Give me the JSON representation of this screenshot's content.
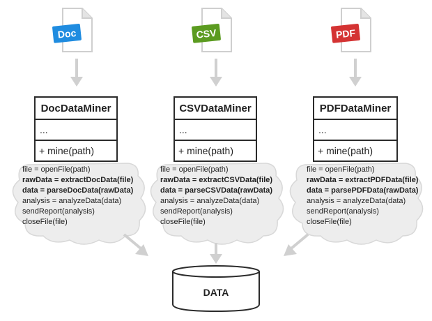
{
  "files": [
    {
      "label": "Doc",
      "color": "#1f8ce0"
    },
    {
      "label": "CSV",
      "color": "#5b9b20"
    },
    {
      "label": "PDF",
      "color": "#d43333"
    }
  ],
  "classes": [
    {
      "name": "DocDataMiner",
      "fields": "...",
      "method": "+ mine(path)",
      "code": [
        {
          "text": "file = openFile(path)",
          "bold": false
        },
        {
          "text": "rawData = extractDocData(file)",
          "bold": true
        },
        {
          "text": "data = parseDocData(rawData)",
          "bold": true
        },
        {
          "text": "analysis = analyzeData(data)",
          "bold": false
        },
        {
          "text": "sendReport(analysis)",
          "bold": false
        },
        {
          "text": "closeFile(file)",
          "bold": false
        }
      ]
    },
    {
      "name": "CSVDataMiner",
      "fields": "...",
      "method": "+ mine(path)",
      "code": [
        {
          "text": "file = openFile(path)",
          "bold": false
        },
        {
          "text": "rawData = extractCSVData(file)",
          "bold": true
        },
        {
          "text": "data = parseCSVData(rawData)",
          "bold": true
        },
        {
          "text": "analysis = analyzeData(data)",
          "bold": false
        },
        {
          "text": "sendReport(analysis)",
          "bold": false
        },
        {
          "text": "closeFile(file)",
          "bold": false
        }
      ]
    },
    {
      "name": "PDFDataMiner",
      "fields": "...",
      "method": "+ mine(path)",
      "code": [
        {
          "text": "file = openFile(path)",
          "bold": false
        },
        {
          "text": "rawData = extractPDFData(file)",
          "bold": true
        },
        {
          "text": "data = parsePDFData(rawData)",
          "bold": true
        },
        {
          "text": "analysis = analyzeData(data)",
          "bold": false
        },
        {
          "text": "sendReport(analysis)",
          "bold": false
        },
        {
          "text": "closeFile(file)",
          "bold": false
        }
      ]
    }
  ],
  "database": {
    "label": "DATA"
  },
  "colors": {
    "stroke": "#2b2b2b",
    "arrow": "#d0d0d0",
    "note_fill": "#ededed",
    "note_stroke": "#d8d8d8"
  }
}
